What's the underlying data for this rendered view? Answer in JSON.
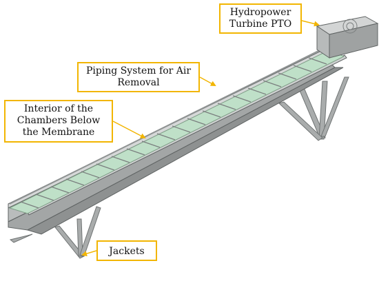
{
  "callouts": {
    "turbine": "Hydropower\nTurbine PTO",
    "piping": "Piping System for Air\nRemoval",
    "interior": "Interior of the\nChambers Below\nthe Membrane",
    "jackets": "Jackets"
  },
  "colors": {
    "callout_border": "#f2b500",
    "arrow": "#f2b500",
    "structure_light": "#c9cbcb",
    "structure_mid": "#a9acac",
    "structure_dark": "#8e9191",
    "membrane_green": "#bfe0c8"
  }
}
